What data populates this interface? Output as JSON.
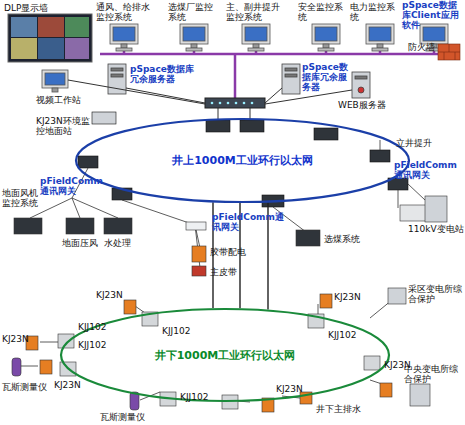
{
  "diagram": {
    "nodes": [
      {
        "text": [
          "井上1000M工业环行以太网"
        ]
      },
      {
        "text": [
          "井下1000M工业环行以太网"
        ]
      }
    ],
    "edges": [
      {
        "from": 0,
        "to": 1,
        "arrow": "none"
      },
      {
        "from": 0,
        "to": 1,
        "arrow": "none"
      },
      {
        "from": 0,
        "to": 1,
        "arrow": "none"
      }
    ],
    "labels": [
      "DLP显示墙",
      "通风、给排水监控系统",
      "选煤厂监控系统",
      "主、副井提升监控系统",
      "安全监控系统",
      "电力监控系统",
      "pSpace数据库Client应用软件",
      "防火墙",
      "pSpace数据库冗余服务器",
      "pSpace数据库冗余服务器",
      "视频工作站",
      "WEB服务器",
      "KJ23N环境监控地面站",
      "立井提升",
      "pFieldComm通讯网关",
      "地面风机监控系统",
      "pFieldComm通讯网关",
      "pFieldComm通讯网关",
      "110kV变电站",
      "胶带配电",
      "地面压风",
      "水处理",
      "选煤系统",
      "主皮带",
      "KJ23N",
      "KJJ102",
      "KJ23N",
      "采区变电所综合保护",
      "KJJ102",
      "KJJ102",
      "KJJ102",
      "KJ23N",
      "KJJ102",
      "KJ23N",
      "中央变电所综合保护",
      "瓦斯测量仪",
      "KJ23N",
      "KJ23N",
      "井下主排水",
      "瓦斯测量仪"
    ]
  }
}
